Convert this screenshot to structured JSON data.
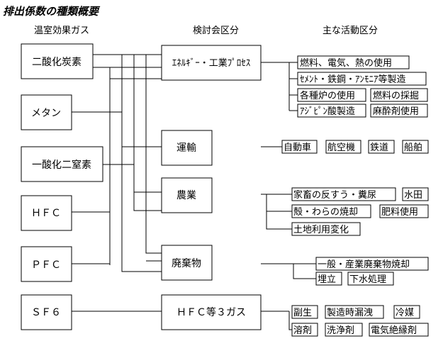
{
  "title": "排出係数の種類概要",
  "headers": {
    "gases": "温室効果ガス",
    "categories": "検討会区分",
    "activities": "主な活動区分"
  },
  "gases": [
    "二酸化炭素",
    "メタン",
    "一酸化二窒素",
    "ＨＦＣ",
    "ＰＦＣ",
    "ＳＦ６"
  ],
  "categories": [
    "ｴﾈﾙｷﾞｰ・工業ﾌﾟﾛｾｽ",
    "運輸",
    "農業",
    "廃棄物",
    "ＨＦＣ等３ガス"
  ],
  "activities": {
    "energy": [
      [
        "燃料、電気、熱の使用"
      ],
      [
        "ｾﾒﾝﾄ・鉄鋼・ｱﾝﾓﾆｱ等製造"
      ],
      [
        "各種炉の使用",
        "燃料の採掘"
      ],
      [
        "ｱｼﾞﾋﾟﾝ酸製造",
        "麻酔剤使用"
      ]
    ],
    "transport": [
      [
        "自動車",
        "航空機",
        "鉄道",
        "船舶"
      ]
    ],
    "agriculture": [
      [
        "家畜の反すう・糞尿",
        "水田"
      ],
      [
        "殻・わらの焼却",
        "肥料使用"
      ],
      [
        "土地利用変化"
      ]
    ],
    "waste": [
      [
        "一般・産業廃棄物焼却"
      ],
      [
        "埋立",
        "下水処理"
      ]
    ],
    "hfc": [
      [
        "副生",
        "製造時漏洩",
        "冷媒"
      ],
      [
        "溶剤",
        "洗浄剤",
        "電気絶縁剤"
      ]
    ]
  }
}
